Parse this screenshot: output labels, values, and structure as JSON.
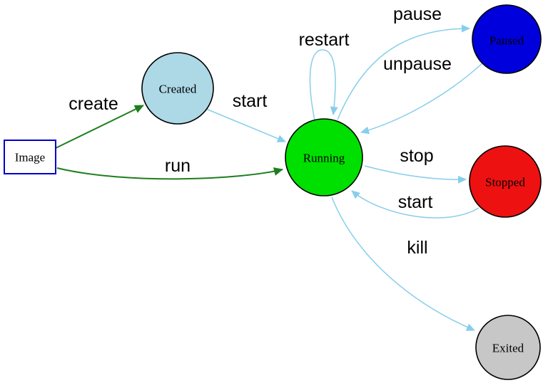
{
  "diagram": {
    "type": "state-diagram",
    "background": "#ffffff",
    "colors": {
      "edge_blue": "#87CEEB",
      "edge_green": "#1E7E1E",
      "label_text": "#000000",
      "node_border": "#000000",
      "image_border": "#0000CC"
    },
    "nodes": [
      {
        "id": "image",
        "label": "Image",
        "shape": "box",
        "fill": "#FFFFFF",
        "stroke": "#0000CC"
      },
      {
        "id": "created",
        "label": "Created",
        "shape": "circle",
        "fill": "#ADD8E6",
        "stroke": "#000000"
      },
      {
        "id": "running",
        "label": "Running",
        "shape": "circle",
        "fill": "#00E000",
        "stroke": "#000000"
      },
      {
        "id": "paused",
        "label": "Paused",
        "shape": "circle",
        "fill": "#0000DC",
        "stroke": "#000000"
      },
      {
        "id": "stopped",
        "label": "Stopped",
        "shape": "circle",
        "fill": "#EE1111",
        "stroke": "#000000"
      },
      {
        "id": "exited",
        "label": "Exited",
        "shape": "circle",
        "fill": "#C7C7C7",
        "stroke": "#000000"
      }
    ],
    "edges": [
      {
        "label": "create",
        "from": "image",
        "to": "created",
        "color": "#1E7E1E"
      },
      {
        "label": "run",
        "from": "image",
        "to": "running",
        "color": "#1E7E1E"
      },
      {
        "label": "start",
        "from": "created",
        "to": "running",
        "color": "#87CEEB"
      },
      {
        "label": "restart",
        "from": "running",
        "to": "running",
        "color": "#87CEEB"
      },
      {
        "label": "pause",
        "from": "running",
        "to": "paused",
        "color": "#87CEEB"
      },
      {
        "label": "unpause",
        "from": "paused",
        "to": "running",
        "color": "#87CEEB"
      },
      {
        "label": "stop",
        "from": "running",
        "to": "stopped",
        "color": "#87CEEB"
      },
      {
        "label": "start",
        "from": "stopped",
        "to": "running",
        "color": "#87CEEB"
      },
      {
        "label": "kill",
        "from": "running",
        "to": "exited",
        "color": "#87CEEB"
      }
    ]
  }
}
